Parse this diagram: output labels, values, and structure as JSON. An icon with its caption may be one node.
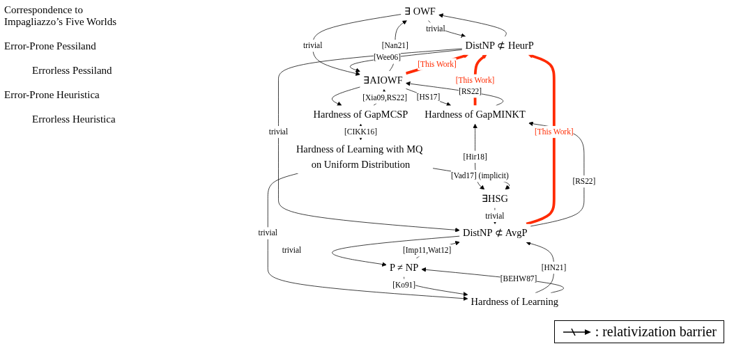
{
  "diagram": {
    "nodes": [
      {
        "text": [
          "∃ OWF"
        ]
      },
      {
        "text": [
          "DistNP ⊄ HeurP"
        ]
      },
      {
        "text": [
          "∃AIOWF"
        ]
      },
      {
        "text": [
          "Hardness of GapMINKT"
        ]
      },
      {
        "text": [
          "Hardness of GapMCSP"
        ]
      },
      {
        "text": [
          "DistNP ⊄ AvgP"
        ]
      },
      {
        "text": [
          "∃HSG"
        ]
      },
      {
        "text": [
          "Hardness of Learning with MQ on Uniform Distribution"
        ]
      },
      {
        "text": [
          "Hardness of Learning"
        ]
      },
      {
        "text": [
          "P ≠ NP"
        ]
      }
    ],
    "edges": [
      {
        "from": 0,
        "to": 1,
        "arrow": "to",
        "label": "trivial"
      },
      {
        "from": 1,
        "to": 0,
        "arrow": "to"
      },
      {
        "from": 0,
        "to": 2,
        "arrow": "to",
        "label": "trivial"
      },
      {
        "from": 2,
        "to": 0,
        "arrow": "to",
        "label": "[Nan21]"
      },
      {
        "from": 1,
        "to": 2,
        "arrow": "to",
        "label": "[Wee06]"
      },
      {
        "from": 2,
        "to": 1,
        "arrow": "to",
        "label": "[This Work]",
        "style": "thick",
        "color": "#ff2a00"
      },
      {
        "from": 3,
        "to": 1,
        "arrow": "to",
        "label": "[This Work]",
        "style": "thick",
        "color": "#ff2a00"
      },
      {
        "from": 3,
        "to": 2,
        "arrow": "to",
        "label": "[RS22]"
      },
      {
        "from": 2,
        "to": 3,
        "arrow": "to",
        "label": "[HS17]"
      },
      {
        "from": 2,
        "to": 4,
        "arrow": "to"
      },
      {
        "from": 4,
        "to": 2,
        "arrow": "to",
        "label": "[Xia09,RS22]"
      },
      {
        "from": 1,
        "to": 5,
        "arrow": "to",
        "label": "trivial"
      },
      {
        "from": 5,
        "to": 1,
        "arrow": "to",
        "label": "[This Work]",
        "style": "thick",
        "color": "#ff2a00"
      },
      {
        "from": 3,
        "to": 6,
        "arrow": "both",
        "label": "[Hir18]"
      },
      {
        "from": 5,
        "to": 3,
        "arrow": "to",
        "label": "[RS22]"
      },
      {
        "from": 4,
        "to": 7,
        "arrow": "both",
        "label": "[CIKK16]"
      },
      {
        "from": 7,
        "to": 6,
        "arrow": "to",
        "label": "[Vad17] (implicit)"
      },
      {
        "from": 6,
        "to": 5,
        "arrow": "to",
        "label": "trivial"
      },
      {
        "from": 8,
        "to": 5,
        "arrow": "to",
        "label": "[HN21]"
      },
      {
        "from": 7,
        "to": 8,
        "arrow": "to",
        "label": "trivial"
      },
      {
        "from": 5,
        "to": 9,
        "arrow": "to",
        "label": "trivial"
      },
      {
        "from": 9,
        "to": 5,
        "arrow": "to",
        "label": "[Imp11,Wat12]"
      },
      {
        "from": 8,
        "to": 9,
        "arrow": "to",
        "label": "[BEHW87]"
      },
      {
        "from": 9,
        "to": 8,
        "arrow": "to",
        "label": "[Ko91]"
      }
    ],
    "labels": [
      "Correspondence to Impagliazzo’s Five Worlds",
      "Error-Prone Pessiland",
      "Errorless Pessiland",
      "Error-Prone Heuristica",
      "Errorless Heuristica"
    ],
    "legend": [
      {
        "text": ": relativization barrier"
      }
    ]
  }
}
